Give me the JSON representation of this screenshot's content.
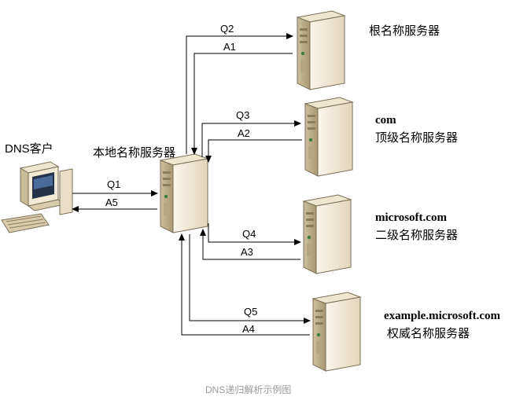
{
  "client": {
    "label": "DNS客户"
  },
  "local_server": {
    "label": "本地名称服务器"
  },
  "root_server": {
    "label": "根名称服务器"
  },
  "tld_server": {
    "domain": "com",
    "label": "顶级名称服务器"
  },
  "second_server": {
    "domain": "microsoft.com",
    "label": "二级名称服务器"
  },
  "auth_server": {
    "domain": "example.microsoft.com",
    "label": "权威名称服务器"
  },
  "messages": {
    "q1": "Q1",
    "a5": "A5",
    "q2": "Q2",
    "a1": "A1",
    "q3": "Q3",
    "a2": "A2",
    "q4": "Q4",
    "a3": "A3",
    "q5": "Q5",
    "a4": "A4"
  },
  "caption": "DNS递归解析示例图",
  "colors": {
    "server_body": "#f3ead6",
    "server_shade": "#cdbf9e",
    "line": "#000000"
  }
}
